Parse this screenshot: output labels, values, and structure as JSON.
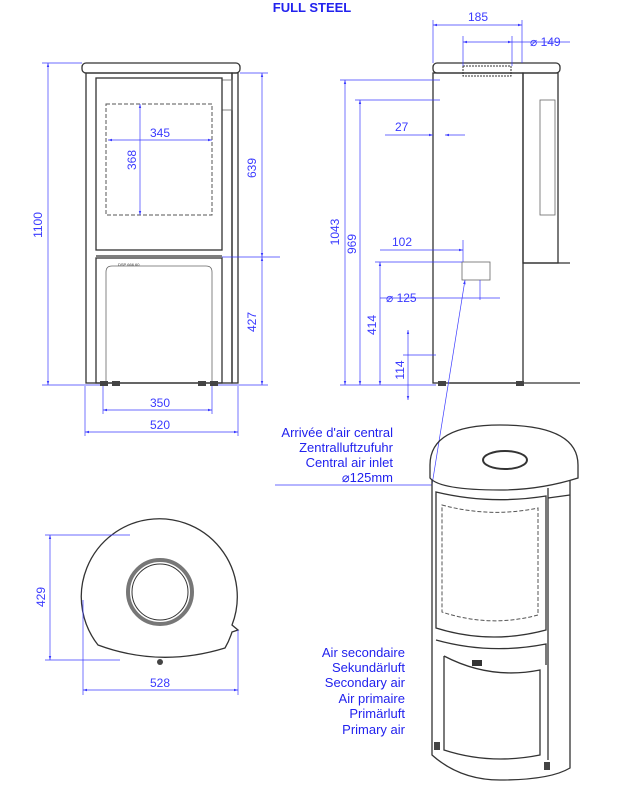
{
  "title": "FULL STEEL",
  "front_view": {
    "height_total": "1100",
    "height_upper": "639",
    "height_lower": "427",
    "window_width": "345",
    "window_height": "368",
    "feet_width": "350",
    "width": "520",
    "plate_text": "DSP 666 60"
  },
  "side_view": {
    "top_width": "185",
    "flue_diameter": "149",
    "flue_height": "1043",
    "flue_center_height": "969",
    "flue_offset": "27",
    "air_offset": "102",
    "air_diameter": "125",
    "air_height": "414",
    "air_bottom": "114"
  },
  "air_inlet_label": [
    "Arrivée d'air central",
    "Zentralluftzufuhr",
    "Central air inlet",
    "125mm"
  ],
  "top_view": {
    "depth": "429",
    "width": "528"
  },
  "air_labels": [
    "Air secondaire",
    "Sekundärluft",
    "Secondary air",
    "Air primaire",
    "Primärluft",
    "Primary air"
  ],
  "colors": {
    "dimension": "#3a3aff",
    "label": "#2222ee",
    "outline": "#333333"
  }
}
